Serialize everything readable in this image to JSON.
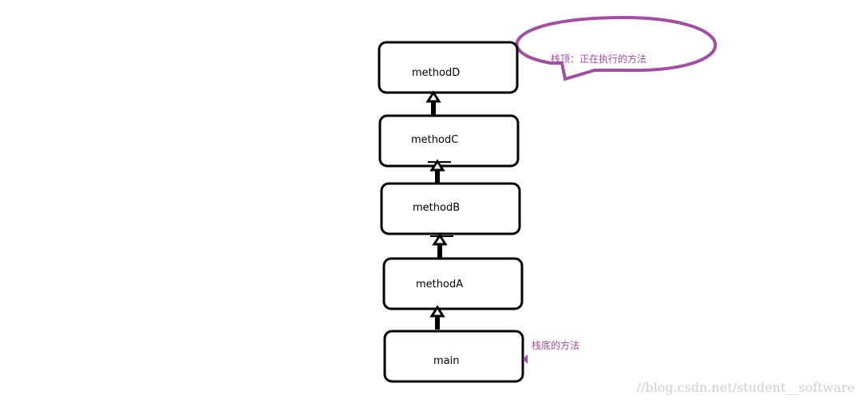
{
  "stack_frames": [
    {
      "id": "methodD",
      "label": "methodD"
    },
    {
      "id": "methodC",
      "label": "methodC"
    },
    {
      "id": "methodB",
      "label": "methodB"
    },
    {
      "id": "methodA",
      "label": "methodA"
    },
    {
      "id": "main",
      "label": "main"
    }
  ],
  "annotations": {
    "top_note": "栈顶：正在执行的方法",
    "bottom_note": "栈底的方法"
  },
  "watermark": "//blog.csdn.net/student__software",
  "colors": {
    "annotation": "#a34ea5",
    "box_stroke": "#000000",
    "watermark": "#cfcfcf"
  }
}
